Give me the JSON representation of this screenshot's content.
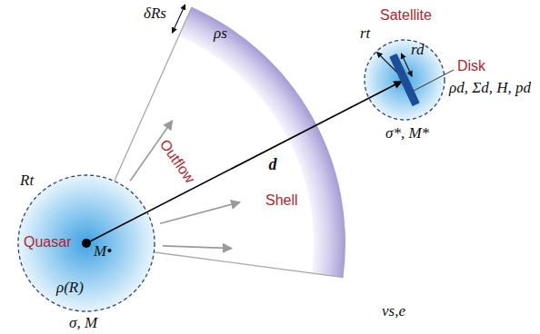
{
  "diagram": {
    "nodes": [
      {
        "text": [
          "Quasar",
          "ρ(R)",
          "M•"
        ]
      },
      {
        "text": [
          "Shell",
          "ρs"
        ]
      },
      {
        "text": [
          "Satellite"
        ]
      },
      {
        "text": [
          "Disk"
        ],
        "in": 2
      }
    ],
    "edges": [
      {
        "from": 0,
        "to": 2,
        "label": "d",
        "arrow": "to"
      }
    ],
    "labels": [
      "Rt",
      "σ, M",
      "δRs",
      "vs,e",
      "Outflow",
      "rt",
      "rd",
      "ρd, Σd, H, pd",
      "σ*, M*"
    ]
  }
}
